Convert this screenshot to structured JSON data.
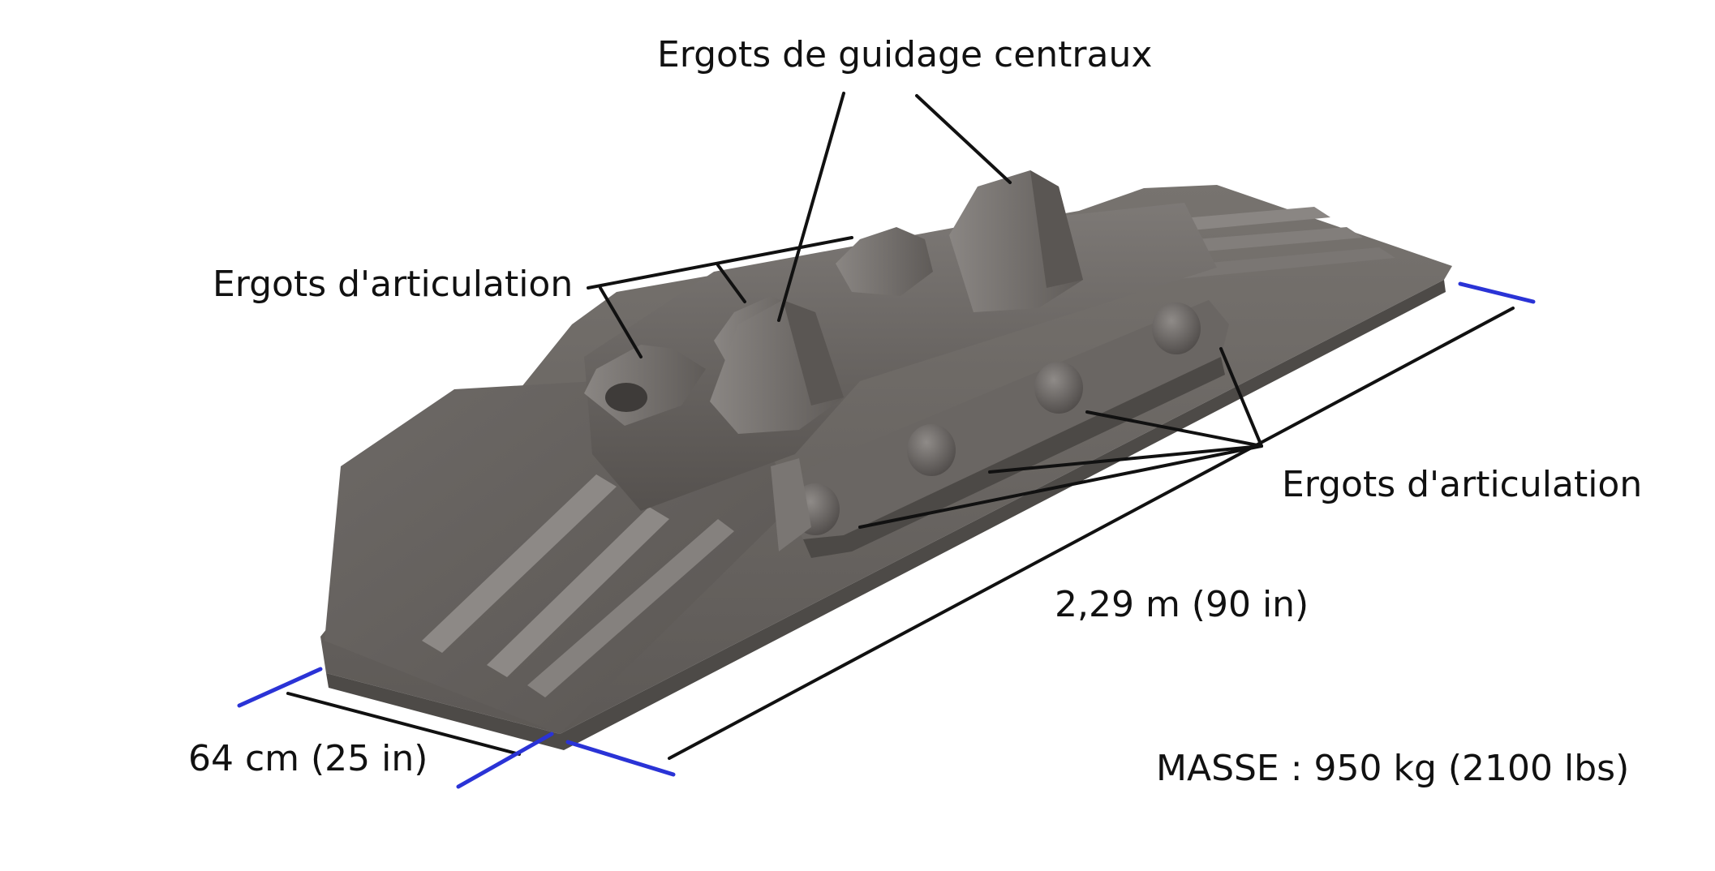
{
  "labels": {
    "top_center": "Ergots de guidage centraux",
    "left_middle": "Ergots d'articulation",
    "right_middle": "Ergots d'articulation",
    "length_dimension": "2,29 m (90 in)",
    "width_dimension": "64 cm (25 in)",
    "mass": "MASSE : 950 kg (2100 lbs)"
  },
  "colors": {
    "metal_main": "#66625f",
    "metal_top": "#7b7775",
    "metal_dark": "#4b4846",
    "metal_light": "#8e8a87",
    "leader_line": "#111111",
    "dimension_tick": "#2a33d6",
    "text": "#111111"
  }
}
